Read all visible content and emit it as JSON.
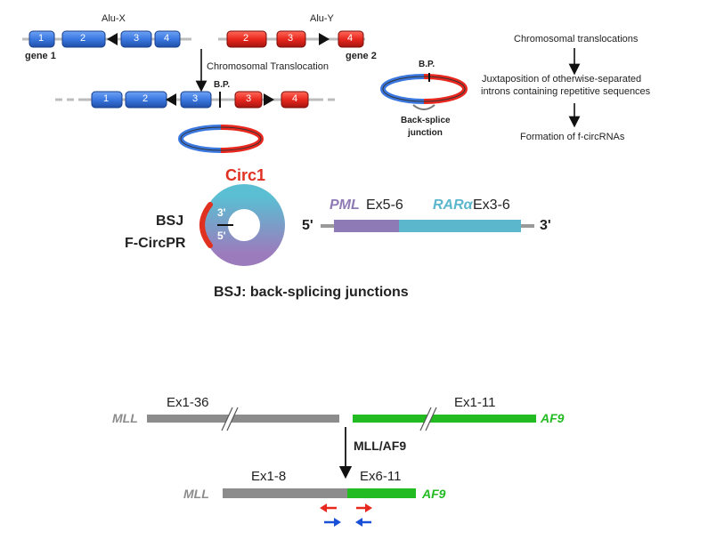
{
  "top": {
    "alu_x": "Alu-X",
    "alu_y": "Alu-Y",
    "gene1_label": "gene 1",
    "gene2_label": "gene 2",
    "translocation_label": "Chromosomal Translocation",
    "gene1_exons": [
      "1",
      "2",
      "3",
      "4"
    ],
    "gene2_exons": [
      "2",
      "3",
      "4"
    ],
    "fused_exons_blue": [
      "1",
      "2",
      "3"
    ],
    "fused_exons_red": [
      "3",
      "4"
    ],
    "bp_label_fused": "B.P.",
    "bp_label_circle": "B.P.",
    "back_splice_label_1": "Back-splice",
    "back_splice_label_2": "junction"
  },
  "flow": {
    "step1": "Chromosomal translocations",
    "step2_line1": "Juxtaposition of otherwise-separated",
    "step2_line2": "introns containing repetitive sequences",
    "step3": "Formation of f-circRNAs"
  },
  "circ1": {
    "title": "Circ1",
    "three_prime": "3'",
    "five_prime": "5'",
    "bsj": "BSJ",
    "fcircpr": "F-CircPR",
    "left_end": "5'",
    "right_end": "3'",
    "pml_label": "PML",
    "pml_ex": "Ex5-6",
    "rara_label": "RARα",
    "rara_ex": "Ex3-6",
    "bsj_definition": "BSJ: back-splicing junctions"
  },
  "mll": {
    "mll_top": "MLL",
    "af9_top": "AF9",
    "ex1_36": "Ex1-36",
    "ex1_11": "Ex1-11",
    "fusion_label": "MLL/AF9",
    "mll_bottom": "MLL",
    "af9_bottom": "AF9",
    "ex1_8": "Ex1-8",
    "ex6_11": "Ex6-11"
  },
  "colors": {
    "blue_exon": "#3a78e0",
    "red_exon": "#e8281e",
    "pml_purple": "#8e7ab5",
    "rara_cyan": "#5ab7cc",
    "gray_bar": "#8c8c8c",
    "green_bar": "#22bb22",
    "circ_red": "#e03020"
  }
}
